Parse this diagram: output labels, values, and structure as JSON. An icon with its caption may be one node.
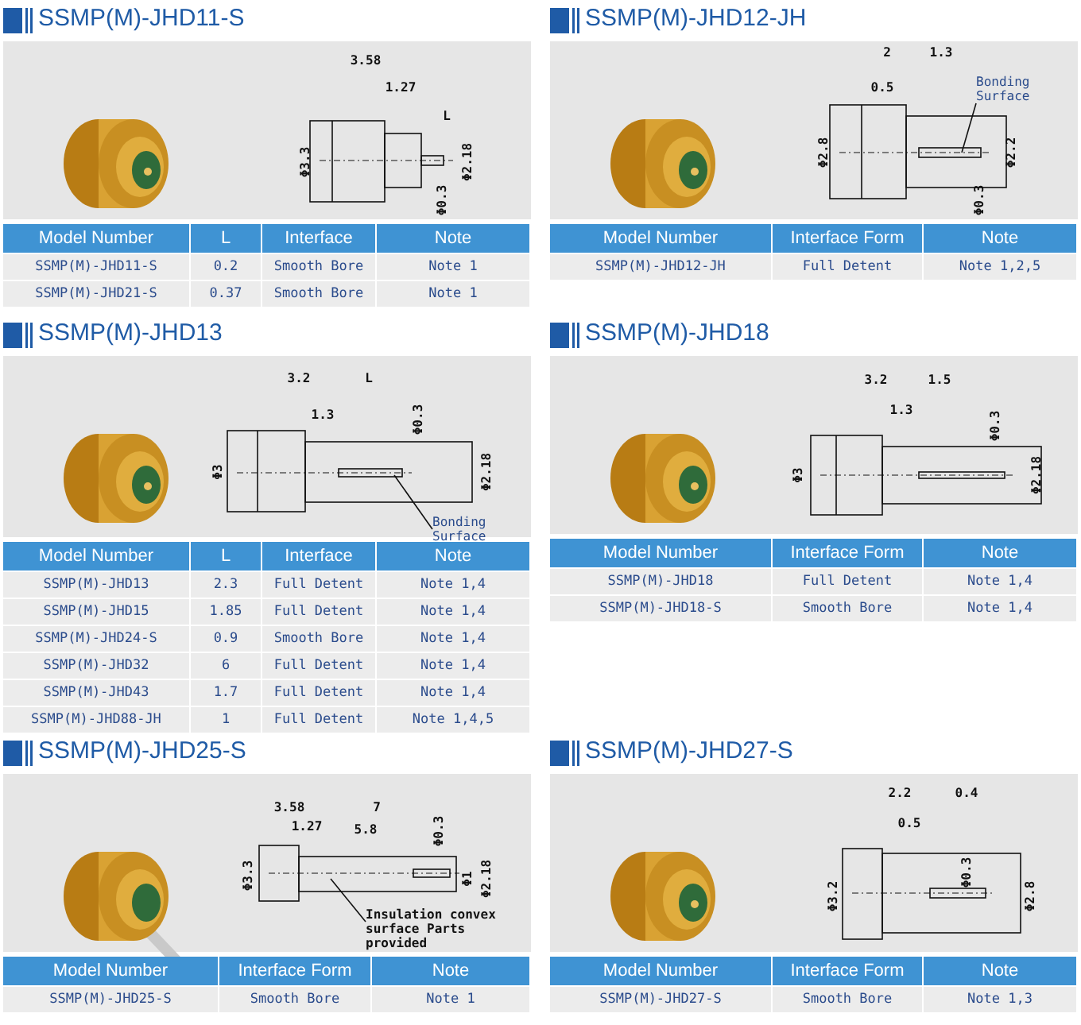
{
  "diagram": {
    "nodes": [
      {
        "text": [
          "SSMP(M)-JHD11-S"
        ]
      },
      {
        "text": [
          "SSMP(M)-JHD12-JH"
        ]
      },
      {
        "text": [
          "Bonding Surface"
        ],
        "in": 1
      },
      {
        "text": [
          "SSMP(M)-JHD13"
        ]
      },
      {
        "text": [
          "Bonding Surface"
        ],
        "in": 3
      },
      {
        "text": [
          "SSMP(M)-JHD18"
        ]
      },
      {
        "text": [
          "SSMP(M)-JHD25-S"
        ]
      },
      {
        "text": [
          "Insulation convex surface Parts provided"
        ],
        "in": 6
      },
      {
        "text": [
          "SSMP(M)-JHD27-S"
        ]
      }
    ],
    "edges": [
      {
        "from": 2,
        "to": null,
        "arrow": "none"
      },
      {
        "from": 4,
        "to": null,
        "arrow": "none"
      },
      {
        "from": 7,
        "to": null,
        "arrow": "none"
      }
    ],
    "labels": [
      "3.58",
      "1.27",
      "L",
      "Φ3.3",
      "Φ2.18",
      "Φ0.3",
      "Model Number",
      "L",
      "Interface",
      "Note",
      "SSMP(M)-JHD11-S",
      "0.2",
      "Smooth Bore",
      "Note 1",
      "SSMP(M)-JHD21-S",
      "0.37",
      "Smooth Bore",
      "Note 1",
      "2",
      "1.3",
      "0.5",
      "Φ2.8",
      "Φ2.2",
      "Φ0.3",
      "Model Number",
      "Interface Form",
      "Note",
      "SSMP(M)-JHD12-JH",
      "Full Detent",
      "Note 1,2,5",
      "3.2",
      "L",
      "1.3",
      "Φ0.3",
      "Φ3",
      "Φ2.18",
      "Model Number",
      "L",
      "Interface",
      "Note",
      "SSMP(M)-JHD13",
      "2.3",
      "Full Detent",
      "Note 1,4",
      "SSMP(M)-JHD15",
      "1.85",
      "Full Detent",
      "Note 1,4",
      "SSMP(M)-JHD24-S",
      "0.9",
      "Smooth Bore",
      "Note 1,4",
      "SSMP(M)-JHD32",
      "6",
      "Full Detent",
      "Note 1,4",
      "SSMP(M)-JHD43",
      "1.7",
      "Full Detent",
      "Note 1,4",
      "SSMP(M)-JHD88-JH",
      "1",
      "Full Detent",
      "Note 1,4,5",
      "3.2",
      "1.5",
      "1.3",
      "Φ0.3",
      "Φ3",
      "Φ2.18",
      "Model Number",
      "Interface Form",
      "Note",
      "SSMP(M)-JHD18",
      "Full Detent",
      "Note 1,4",
      "SSMP(M)-JHD18-S",
      "Smooth Bore",
      "Note 1,4",
      "3.58",
      "7",
      "1.27",
      "5.8",
      "Φ0.3",
      "Φ3.3",
      "Φ1",
      "Φ2.18",
      "Model Number",
      "Interface Form",
      "Note",
      "SSMP(M)-JHD25-S",
      "Smooth Bore",
      "Note 1",
      "2.2",
      "0.4",
      "0.5",
      "Φ0.3",
      "Φ3.2",
      "Φ2.8",
      "Model Number",
      "Interface Form",
      "Note",
      "SSMP(M)-JHD27-S",
      "Smooth Bore",
      "Note 1,3"
    ]
  }
}
